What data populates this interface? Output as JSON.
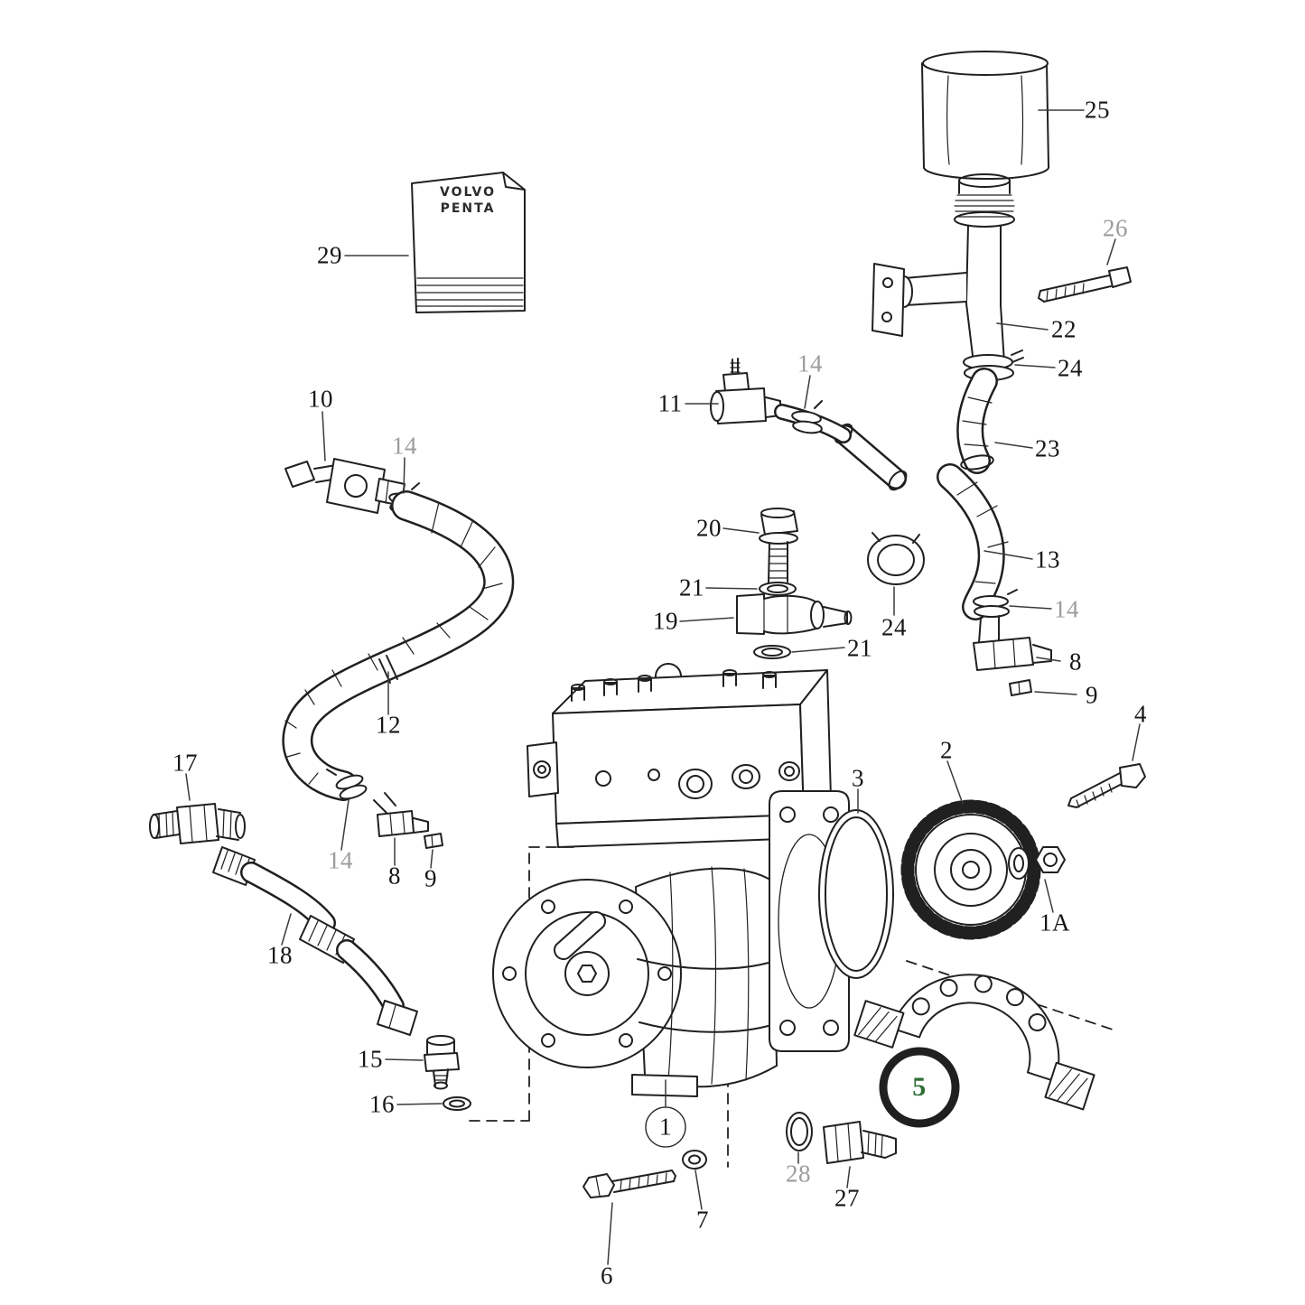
{
  "figure": {
    "background": "#ffffff",
    "line_color": "#202020",
    "highlight_color": "#2f6f35",
    "muted_label_color": "#9c9c9c"
  },
  "manual": {
    "brand_line1": "VOLVO",
    "brand_line2": "PENTA"
  },
  "callouts": {
    "c29": {
      "text": "29"
    },
    "c25": {
      "text": "25"
    },
    "c26": {
      "text": "26"
    },
    "c22": {
      "text": "22"
    },
    "c24a": {
      "text": "24"
    },
    "c23": {
      "text": "23"
    },
    "c13": {
      "text": "13"
    },
    "c14a": {
      "text": "14"
    },
    "c14b": {
      "text": "14"
    },
    "c8a": {
      "text": "8"
    },
    "c9a": {
      "text": "9"
    },
    "c4": {
      "text": "4"
    },
    "c2": {
      "text": "2"
    },
    "c3": {
      "text": "3"
    },
    "c1a": {
      "text": "1A"
    },
    "c11": {
      "text": "11"
    },
    "c20": {
      "text": "20"
    },
    "c21a": {
      "text": "21"
    },
    "c19": {
      "text": "19"
    },
    "c21b": {
      "text": "21"
    },
    "c24b": {
      "text": "24"
    },
    "c10": {
      "text": "10"
    },
    "c14c": {
      "text": "14"
    },
    "c12": {
      "text": "12"
    },
    "c17": {
      "text": "17"
    },
    "c14d": {
      "text": "14"
    },
    "c8b": {
      "text": "8"
    },
    "c9b": {
      "text": "9"
    },
    "c18": {
      "text": "18"
    },
    "c15": {
      "text": "15"
    },
    "c16": {
      "text": "16"
    },
    "c5": {
      "text": "5"
    },
    "c1": {
      "text": "1"
    },
    "c28": {
      "text": "28"
    },
    "c27": {
      "text": "27"
    },
    "c7": {
      "text": "7"
    },
    "c6": {
      "text": "6"
    }
  }
}
